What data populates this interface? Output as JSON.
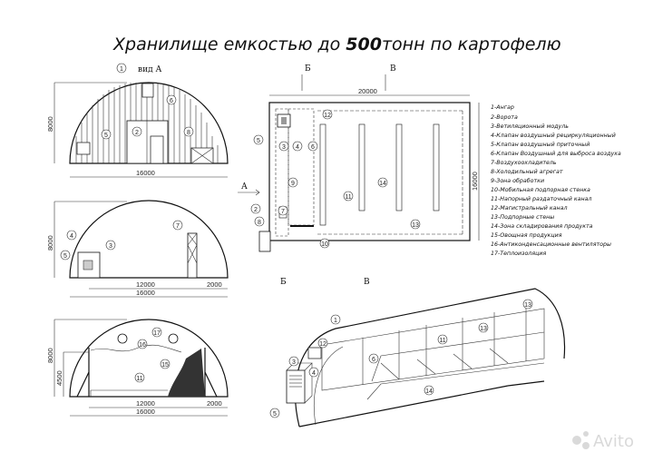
{
  "title": {
    "text": "Хранилище емкостью до ",
    "bold": "500",
    "rest": "тонн по картофелю"
  },
  "view_label": "вид А",
  "section_marks": {
    "b": "Б",
    "v": "В",
    "a": "А"
  },
  "dimensions": {
    "d8000": "8000",
    "d16000": "16000",
    "d12000": "12000",
    "d2000": "2000",
    "d4500": "4500",
    "d20000": "20000"
  },
  "front_view": {
    "callouts": [
      "1",
      "6",
      "2",
      "5",
      "8"
    ]
  },
  "section_view_1": {
    "callouts": [
      "4",
      "3",
      "5",
      "7"
    ]
  },
  "section_view_2": {
    "callouts": [
      "17",
      "16",
      "15",
      "11"
    ]
  },
  "plan_view": {
    "callouts": [
      "12",
      "5",
      "3",
      "4",
      "6",
      "9",
      "11",
      "14",
      "2",
      "7",
      "8",
      "10",
      "13"
    ]
  },
  "iso_view": {
    "callouts": [
      "1",
      "12",
      "6",
      "5",
      "11",
      "13",
      "13",
      "14",
      "3",
      "5",
      "4"
    ]
  },
  "legend": [
    "1-Ангар",
    "2-Ворота",
    "3-Ветиляционный модуль",
    "4-Клапан воздушный рециркуляционный",
    "5-Клапан воздушный приточный",
    "6-Клапан Воздушный для выброса воздуха",
    "7-Воздухоохладитель",
    "8-Холодильный агрегат",
    "9-Зона обработки",
    "10-Мобильная подпорная стенка",
    "11-Напорный раздаточный канал",
    "12-Магистральный канал",
    "13-Подпорные стены",
    "14-Зона складирования продукта",
    "15-Овощная продукция",
    "16-Антиконденсационные вентиляторы",
    "17-Теплоизоляция"
  ],
  "watermark": "Avito",
  "colors": {
    "line": "#111111",
    "paper": "#ffffff"
  }
}
